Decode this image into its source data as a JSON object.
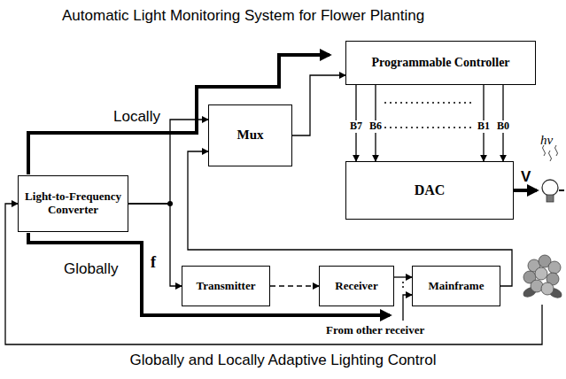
{
  "diagram": {
    "title": "Automatic Light Monitoring System for Flower Planting",
    "caption": "Globally and Locally Adaptive Lighting Control",
    "nodes": [
      {
        "text": [
          "Light-to-Frequency Converter"
        ]
      },
      {
        "text": [
          "Mux"
        ]
      },
      {
        "text": [
          "Programmable Controller"
        ]
      },
      {
        "text": [
          "DAC"
        ]
      },
      {
        "text": [
          "Transmitter"
        ]
      },
      {
        "text": [
          "Receiver"
        ]
      },
      {
        "text": [
          "Mainframe"
        ]
      }
    ],
    "edges": [
      {
        "from": 0,
        "to": 1,
        "arrow": "to"
      },
      {
        "from": 0,
        "to": 4,
        "arrow": "to"
      },
      {
        "from": 1,
        "to": 2,
        "arrow": "to"
      },
      {
        "from": 2,
        "to": 3,
        "arrow": "to"
      },
      {
        "from": 4,
        "to": 5,
        "arrow": "to"
      },
      {
        "from": 5,
        "to": 6,
        "arrow": "to"
      },
      {
        "from": 6,
        "to": 1,
        "arrow": "to"
      }
    ],
    "labels": [
      "Locally",
      "Globally",
      "f",
      "B7",
      "B6",
      "B1",
      "B0",
      "V",
      "hv",
      "From other receiver"
    ]
  }
}
